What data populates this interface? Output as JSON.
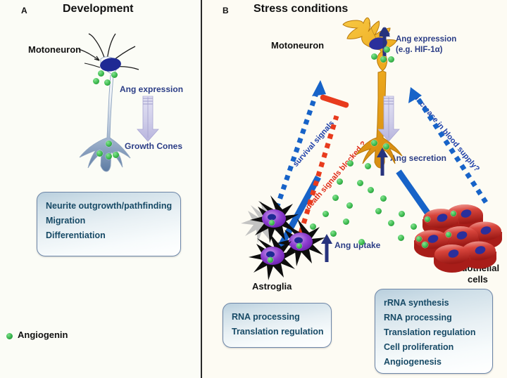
{
  "figure": {
    "background_color": "#fdfcf6",
    "accent_blue": "#2b3d86",
    "accent_red": "#e02b16",
    "angiogenin_green": "#3cba4e"
  },
  "panel_a": {
    "letter": "A",
    "title": "Development",
    "motoneuron_label": "Motoneuron",
    "ang_expression_label": "Ang expression",
    "growth_cones_label": "Growth Cones",
    "outcomes_box": {
      "lines": [
        "Neurite outgrowth/pathfinding",
        "Migration",
        "Differentiation"
      ]
    }
  },
  "panel_b": {
    "letter": "B",
    "title": "Stress conditions",
    "motoneuron_label": "Motoneuron",
    "ang_expression_label_line1": "Ang expression",
    "ang_expression_label_line2": "(e.g. HIF-1α)",
    "survival_signals_label": "survival signals",
    "death_signals_label": "death signals blocked ?",
    "blood_supply_label": "increase in blood supply?",
    "ang_secretion_label": "Ang secretion",
    "ang_uptake_label": "Ang uptake",
    "astroglia_label": "Astroglia",
    "endothelial_label_line1": "Endothelial",
    "endothelial_label_line2": "cells",
    "astroglia_box": {
      "lines": [
        "RNA processing",
        "Translation regulation"
      ]
    },
    "endothelial_box": {
      "lines": [
        "rRNA synthesis",
        "RNA processing",
        "Translation regulation",
        "Cell proliferation",
        "Angiogenesis"
      ]
    }
  },
  "legend": {
    "marker_icon": "green-dot-icon",
    "label": "Angiogenin"
  }
}
